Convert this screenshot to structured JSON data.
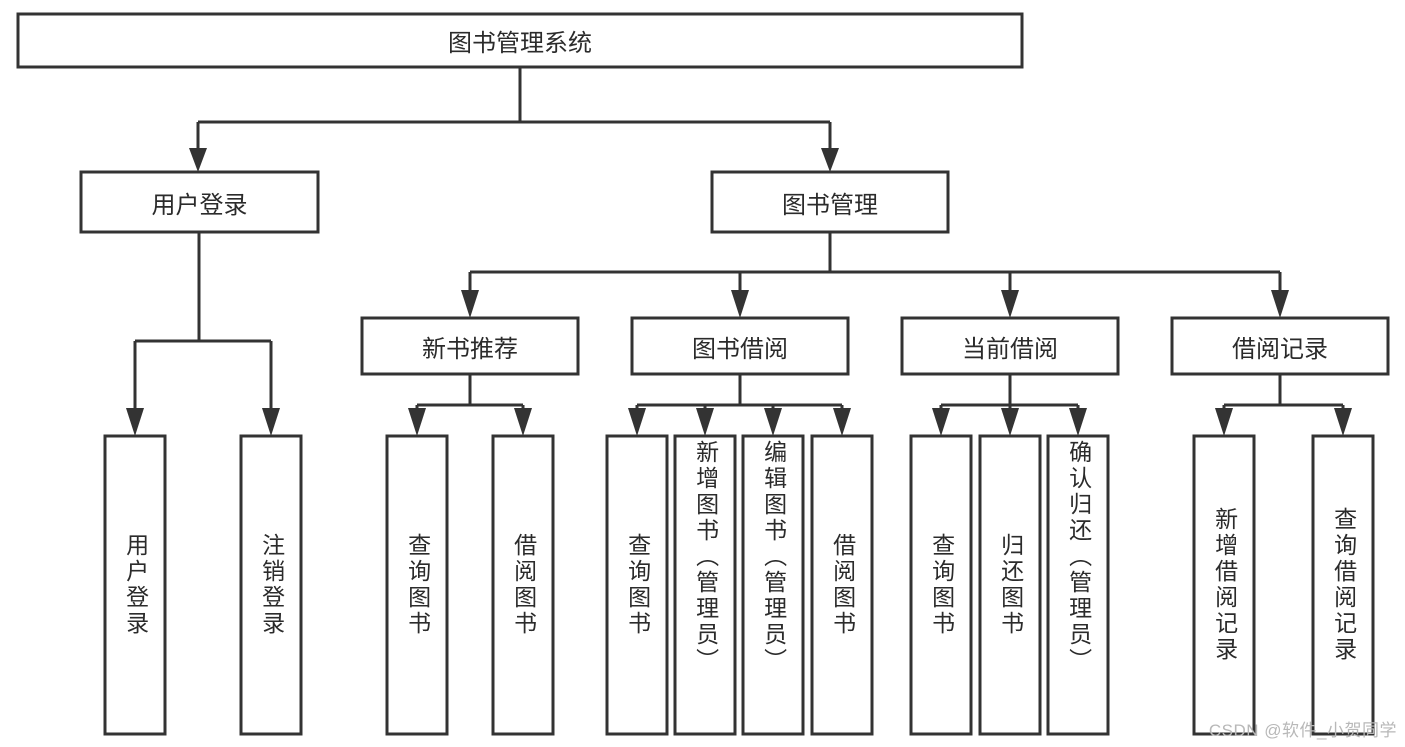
{
  "diagram": {
    "title": "图书管理系统",
    "type": "tree-hierarchy",
    "watermark": "CSDN @软件_小贺同学",
    "colors": {
      "stroke": "#333333",
      "fill": "#ffffff",
      "text": "#2b2b2b",
      "watermark": "#b8b8b8"
    },
    "root": {
      "label": "图书管理系统"
    },
    "level1": [
      {
        "label": "用户登录"
      },
      {
        "label": "图书管理"
      }
    ],
    "level2": [
      {
        "label": "新书推荐"
      },
      {
        "label": "图书借阅"
      },
      {
        "label": "当前借阅"
      },
      {
        "label": "借阅记录"
      }
    ],
    "leaves": {
      "user_login": [
        {
          "label": "用户登录"
        },
        {
          "label": "注销登录"
        }
      ],
      "new_book_recommend": [
        {
          "label": "查询图书"
        },
        {
          "label": "借阅图书"
        }
      ],
      "book_borrow": [
        {
          "label": "查询图书"
        },
        {
          "label": "新增图书（管理员）"
        },
        {
          "label": "编辑图书（管理员）"
        },
        {
          "label": "借阅图书"
        }
      ],
      "current_borrow": [
        {
          "label": "查询图书"
        },
        {
          "label": "归还图书"
        },
        {
          "label": "确认归还（管理员）"
        }
      ],
      "borrow_record": [
        {
          "label": "新增借阅记录"
        },
        {
          "label": "查询借阅记录"
        }
      ]
    }
  }
}
